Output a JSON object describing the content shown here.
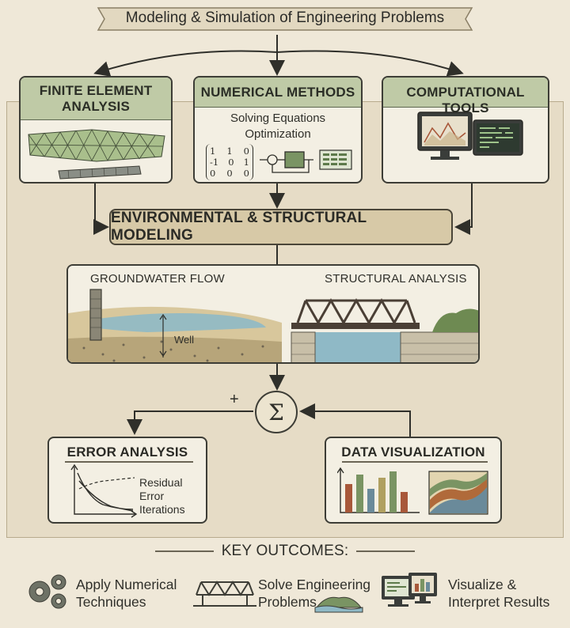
{
  "banner_title": "Modeling & Simulation of Engineering Problems",
  "top_boxes": {
    "fea": {
      "title_line1": "FINITE ELEMENT",
      "title_line2": "ANALYSIS"
    },
    "numerical": {
      "title": "NUMERICAL METHODS",
      "line1": "Solving Equations",
      "line2": "Optimization",
      "matrix": [
        [
          "1",
          "1",
          "0"
        ],
        [
          "-1",
          "0",
          "1"
        ],
        [
          "0",
          "0",
          "0"
        ]
      ]
    },
    "tools": {
      "title": "COMPUTATIONAL TOOLS"
    }
  },
  "env_title": "ENVIRONMENTAL & STRUCTURAL MODELING",
  "middle": {
    "left_label": "GROUNDWATER FLOW",
    "right_label": "STRUCTURAL ANALYSIS",
    "well_label": "Well"
  },
  "sigma_symbol": "Σ",
  "plus_symbol": "+",
  "error_box": {
    "title": "ERROR ANALYSIS",
    "legend": [
      "Residual",
      "Error",
      "Iterations"
    ]
  },
  "viz_box": {
    "title": "DATA VISUALIZATION"
  },
  "key_outcomes": {
    "title": "KEY OUTCOMES:",
    "items": [
      {
        "line1": "Apply Numerical",
        "line2": "Techniques",
        "icon": "gears-icon"
      },
      {
        "line1": "Solve Engineering",
        "line2": "Problems",
        "icon": "bridge-icon"
      },
      {
        "line1": "Visualize &",
        "line2": "Interpret Results",
        "icon": "monitor-chart-icon"
      }
    ]
  },
  "colors": {
    "background": "#efe8d8",
    "panel": "#e6dcc6",
    "header_green": "#bfcaa6",
    "env_bar": "#d7c9a7",
    "water": "#8fb9c6",
    "bar_green": "#7a9463",
    "bar_rust": "#a8583a",
    "bar_blue": "#6a8a9a"
  }
}
